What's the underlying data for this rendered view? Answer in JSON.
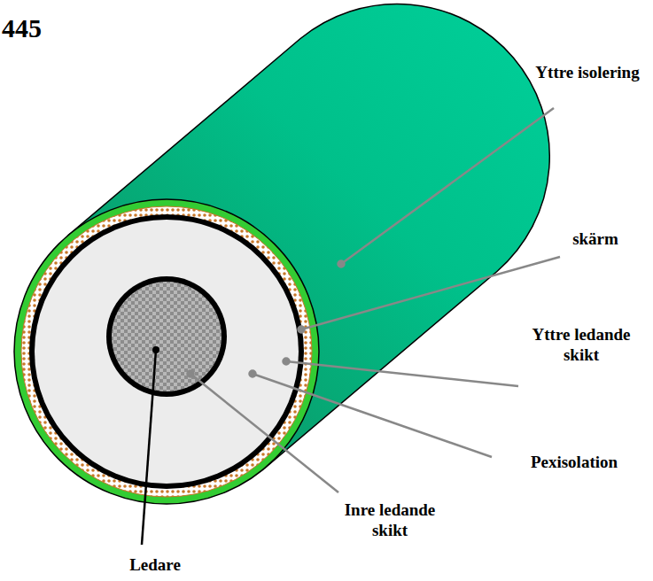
{
  "diagram": {
    "labels": [
      "445",
      "Yttre isolering",
      "skärm",
      "Yttre ledande skikt",
      "Pexisolation",
      "Inre ledande skikt",
      "Ledare"
    ]
  }
}
